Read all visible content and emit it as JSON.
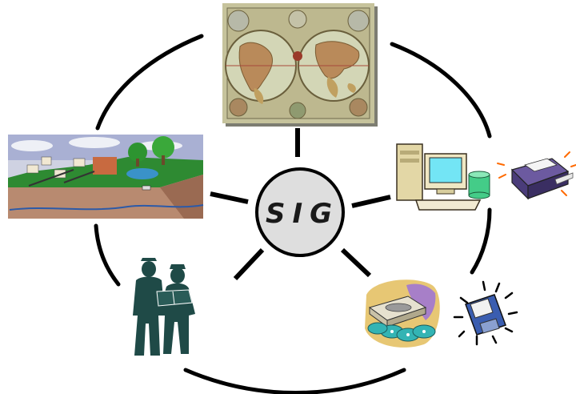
{
  "diagram": {
    "center": {
      "label": "SIG"
    },
    "nodes": [
      {
        "id": "map",
        "icon": "antique-world-map-icon"
      },
      {
        "id": "hardware",
        "icon": "computer-hardware-icon"
      },
      {
        "id": "printer",
        "icon": "printer-icon"
      },
      {
        "id": "storage",
        "icon": "data-storage-disks-icon"
      },
      {
        "id": "floppy",
        "icon": "floppy-disk-icon"
      },
      {
        "id": "people",
        "icon": "people-reading-map-icon"
      },
      {
        "id": "landscape",
        "icon": "geographic-landscape-icon"
      }
    ]
  },
  "colors": {
    "line": "#000000",
    "center_fill": "#dedede",
    "people": "#1f4a47",
    "sea": "#d8dcb8",
    "computer_beige": "#efe7c3",
    "screen_cyan": "#73e5f5",
    "cylinder_green": "#44cc88",
    "printer_purple": "#4a3c7a",
    "floppy_blue": "#3a5db0",
    "disk_teal": "#33b4b4"
  }
}
